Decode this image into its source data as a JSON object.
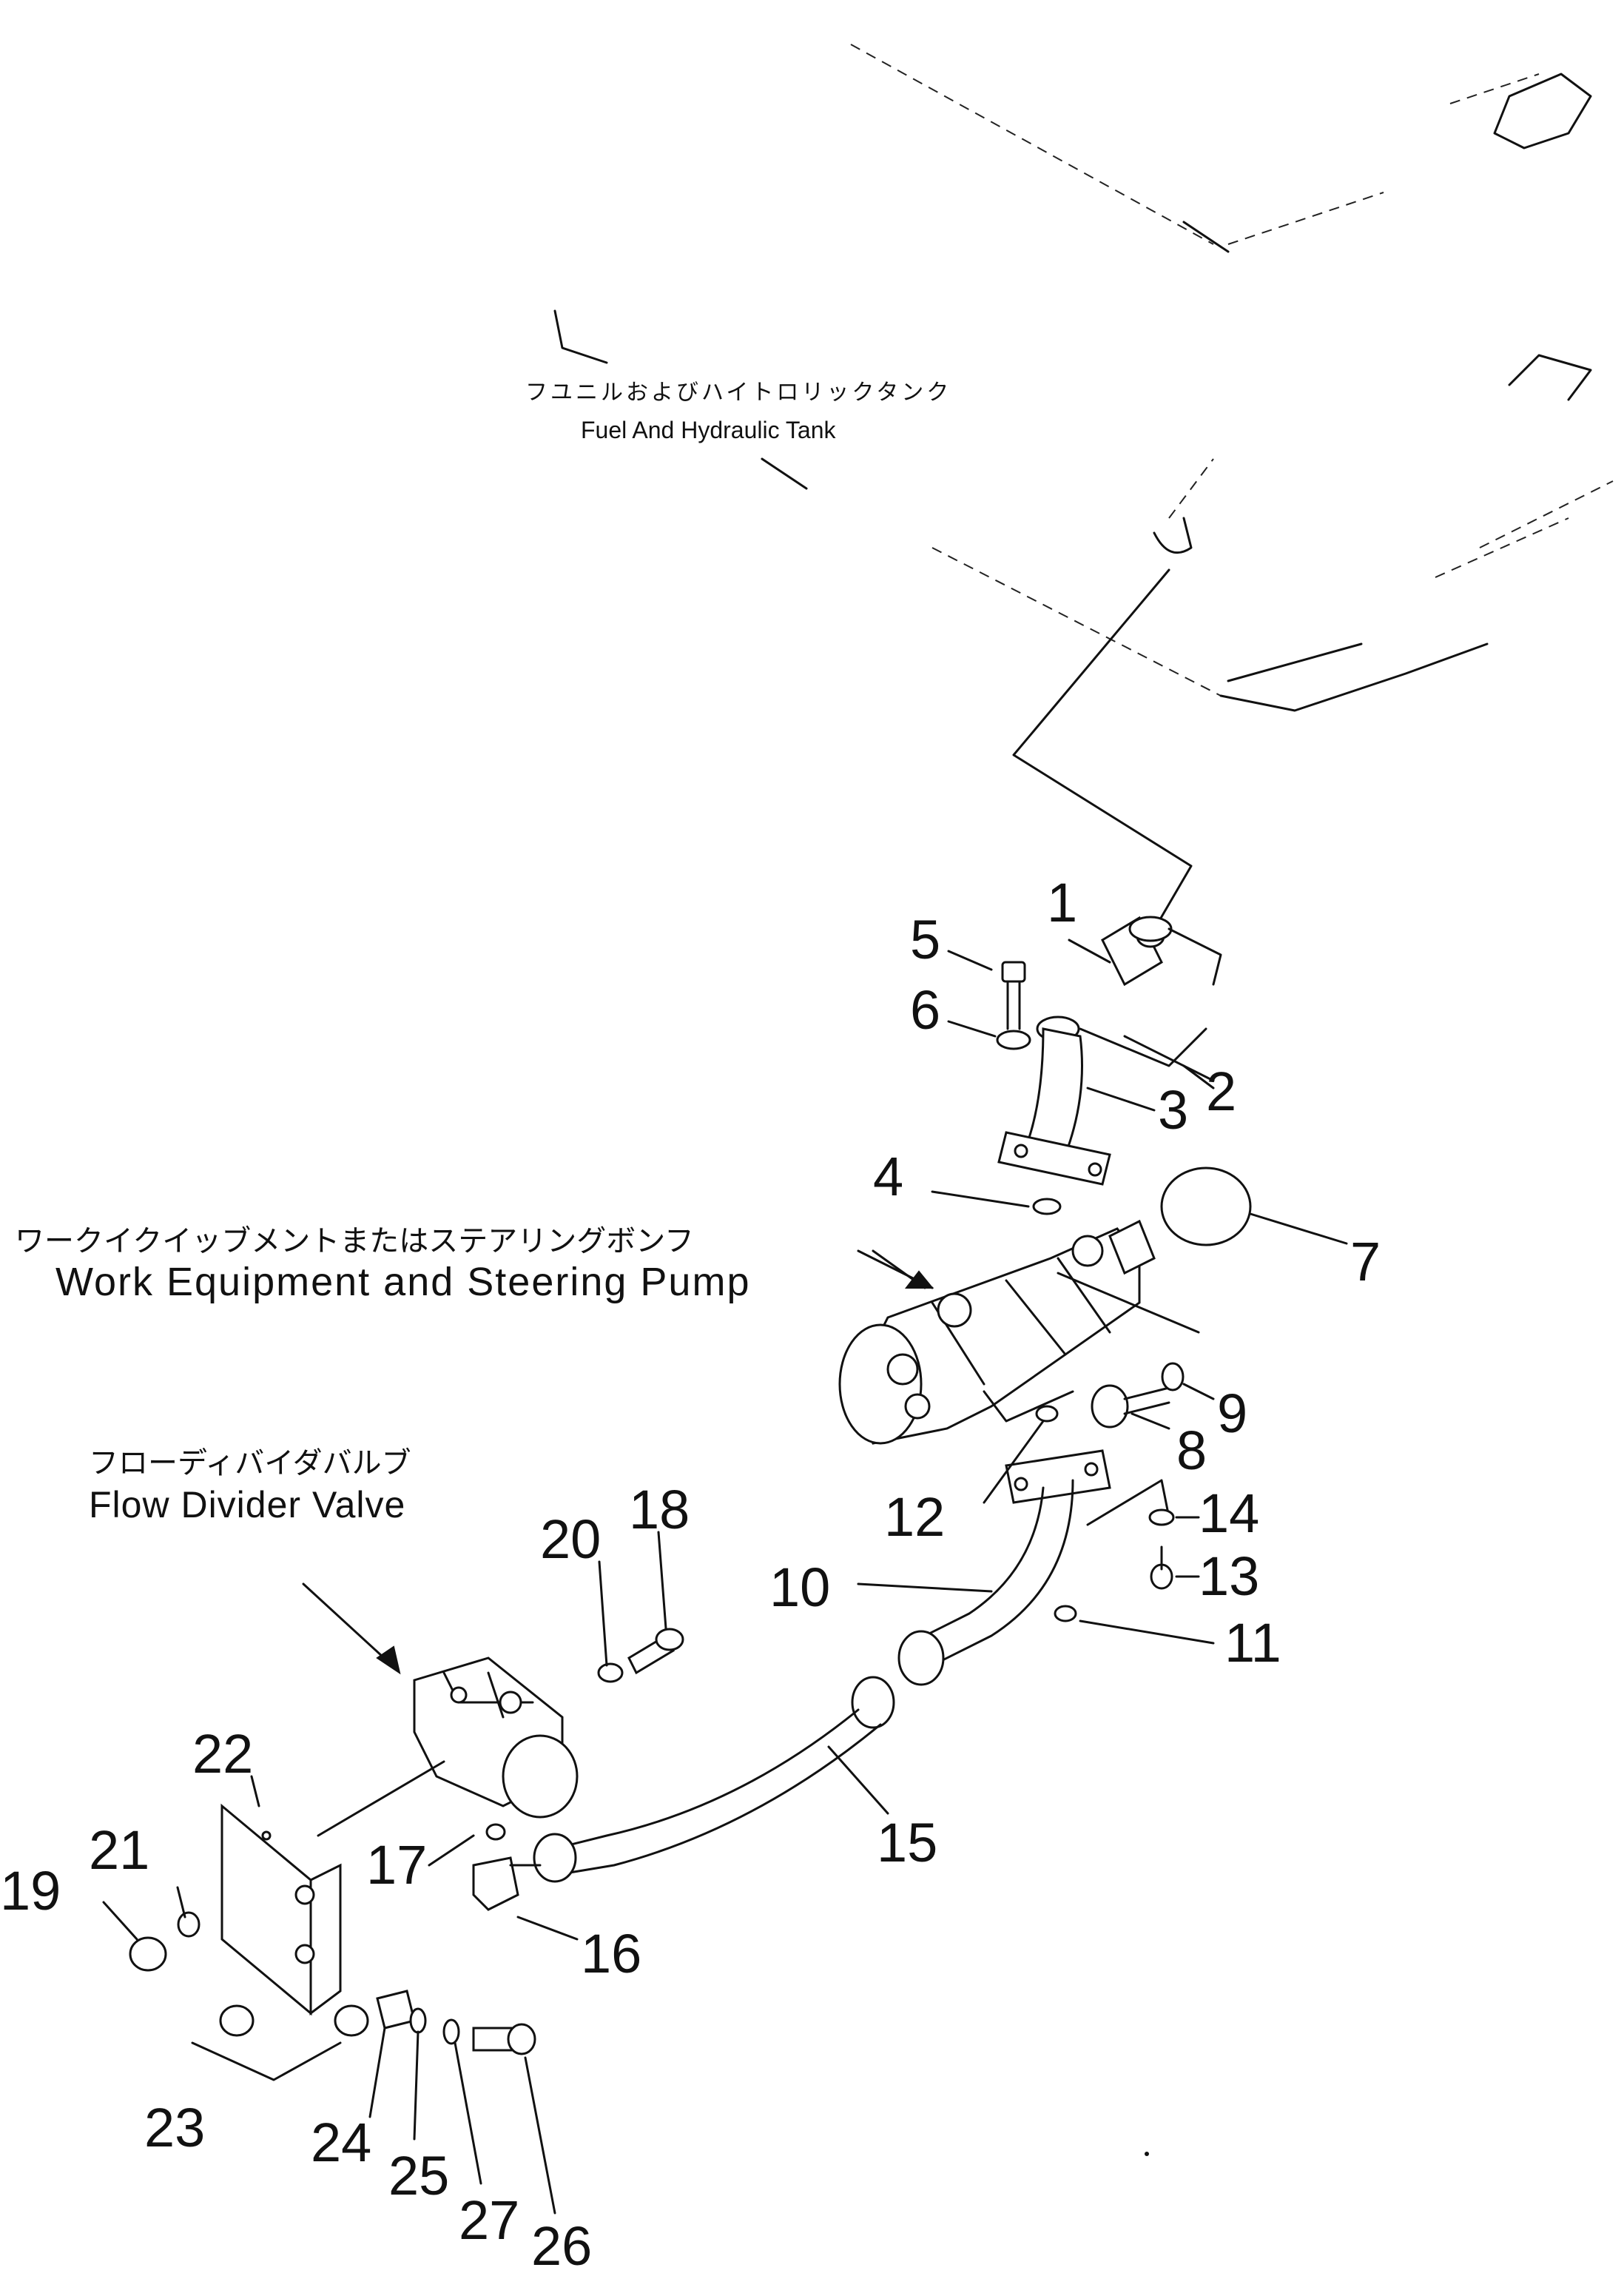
{
  "labels": {
    "tank_jp": "フユニルおよびハイトロリックタンク",
    "tank_en": "Fuel And Hydraulic Tank",
    "pump_jp": "ワークイクイッブメントまたはステアリングボンフ",
    "pump_en": "Work Equipment and Steering Pump",
    "valve_jp": "フローディバイダバルブ",
    "valve_en": "Flow Divider Valve"
  },
  "callouts": [
    "1",
    "2",
    "3",
    "4",
    "5",
    "6",
    "7",
    "8",
    "9",
    "10",
    "11",
    "12",
    "13",
    "14",
    "15",
    "16",
    "17",
    "18",
    "19",
    "20",
    "21",
    "22",
    "23",
    "24",
    "25",
    "26",
    "27"
  ]
}
